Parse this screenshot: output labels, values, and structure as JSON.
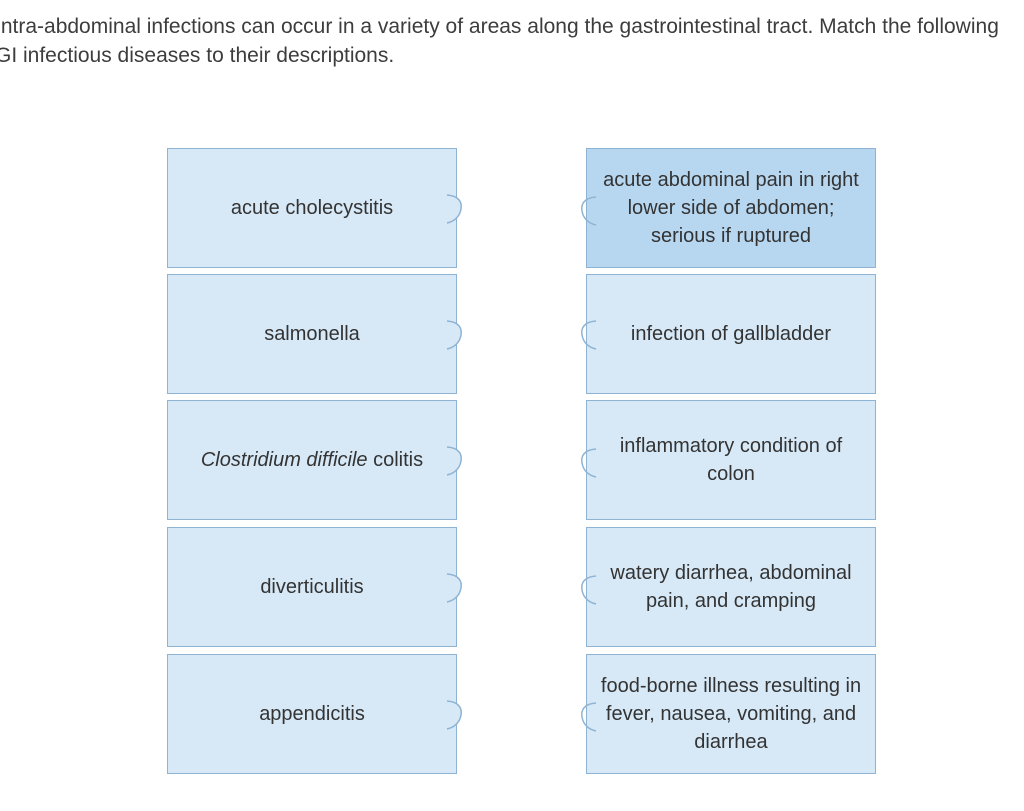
{
  "prompt": {
    "line1": "Intra-abdominal infections can occur in a variety of areas along the gastrointestinal tract. Match the following",
    "line2": "GI infectious diseases to their descriptions."
  },
  "terms": [
    {
      "label": "acute cholecystitis"
    },
    {
      "label": "salmonella"
    },
    {
      "label_italic": "Clostridium difficile",
      "label_rest": " colitis"
    },
    {
      "label": "diverticulitis"
    },
    {
      "label": "appendicitis"
    }
  ],
  "descriptions": [
    {
      "label": "acute abdominal pain in right lower side of abdomen; serious if ruptured",
      "selected": true
    },
    {
      "label": "infection of gallbladder",
      "selected": false
    },
    {
      "label": "inflammatory condition of colon",
      "selected": false
    },
    {
      "label": "watery diarrhea, abdominal pain, and cramping",
      "selected": false
    },
    {
      "label": "food-borne illness resulting in fever, nausea, vomiting, and diarrhea",
      "selected": false
    }
  ],
  "colors": {
    "card_bg": "#d7e9f7",
    "card_selected_bg": "#b7d7f0",
    "card_border": "#8fb4d3"
  },
  "icons": {
    "term_connector": "puzzle-tab-out-icon",
    "description_connector": "puzzle-tab-in-icon"
  }
}
